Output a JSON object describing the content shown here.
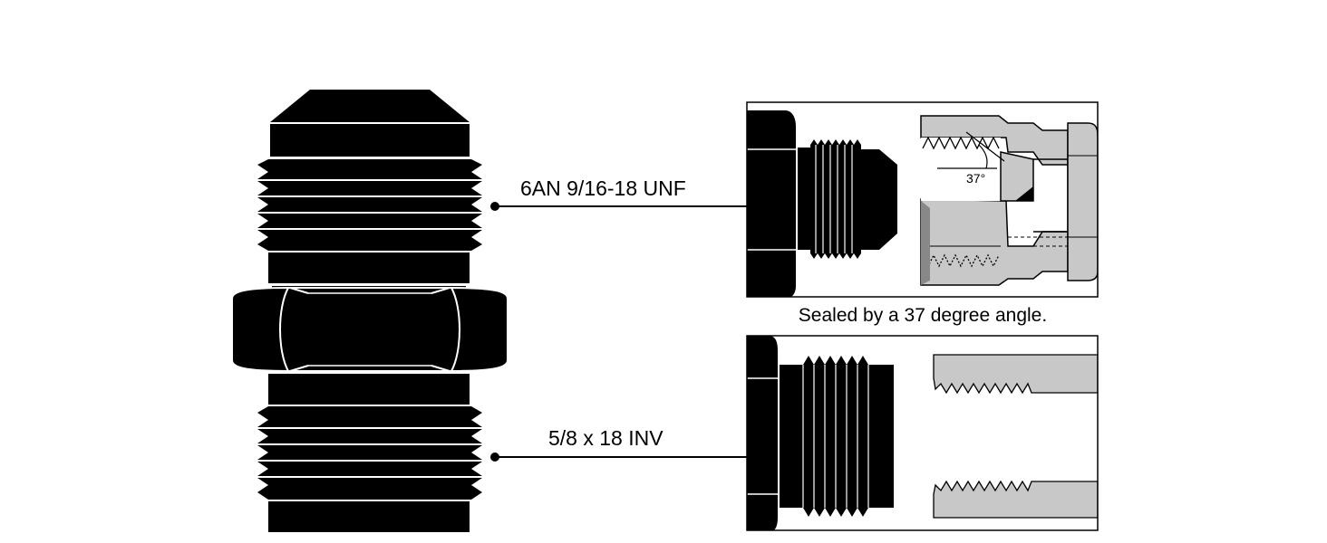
{
  "labels": {
    "top_thread": "6AN 9/16-18 UNF",
    "bottom_thread": "5/8 x 18 INV"
  },
  "caption": "Sealed by a 37 degree angle.",
  "angle_label": "37°",
  "colors": {
    "fitting": "#000000",
    "socket": "#c8c8c8",
    "outline": "#000000",
    "background": "#ffffff"
  }
}
